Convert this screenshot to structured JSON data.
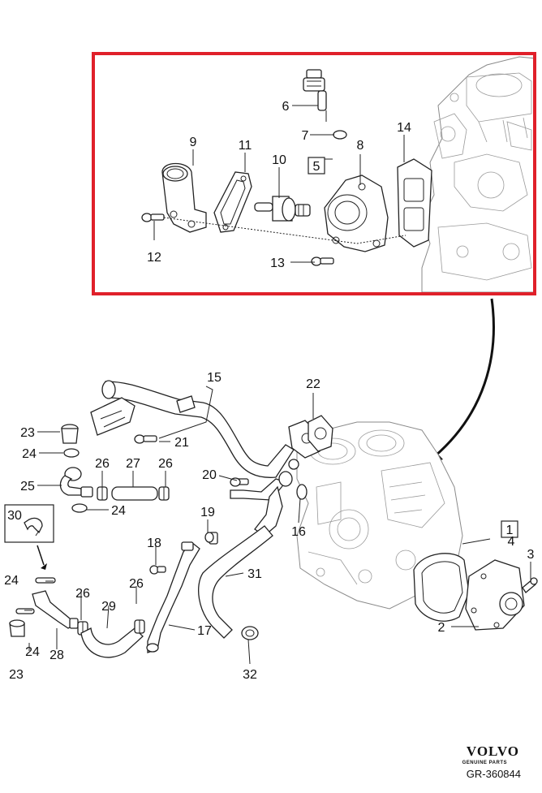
{
  "callouts": {
    "c1": "1",
    "c2": "2",
    "c3": "3",
    "c4": "4",
    "c5": "5",
    "c6": "6",
    "c7": "7",
    "c8": "8",
    "c9": "9",
    "c10": "10",
    "c11": "11",
    "c12": "12",
    "c13": "13",
    "c14": "14",
    "c15": "15",
    "c16": "16",
    "c17": "17",
    "c18": "18",
    "c19": "19",
    "c20": "20",
    "c21": "21",
    "c22": "22",
    "c23a": "23",
    "c23b": "23",
    "c24a": "24",
    "c24b": "24",
    "c24c": "24",
    "c24d": "24",
    "c25": "25",
    "c26a": "26",
    "c26b": "26",
    "c26c": "26",
    "c26d": "26",
    "c27": "27",
    "c28": "28",
    "c29": "29",
    "c30": "30",
    "c31": "31",
    "c32": "32"
  },
  "logo": {
    "brand": "VOLVO",
    "subline": "GENUINE PARTS"
  },
  "reference": "GR-360844",
  "colors": {
    "highlight_frame": "#e0202a",
    "line": "#222222",
    "engine_outline": "#8a8a8a"
  }
}
